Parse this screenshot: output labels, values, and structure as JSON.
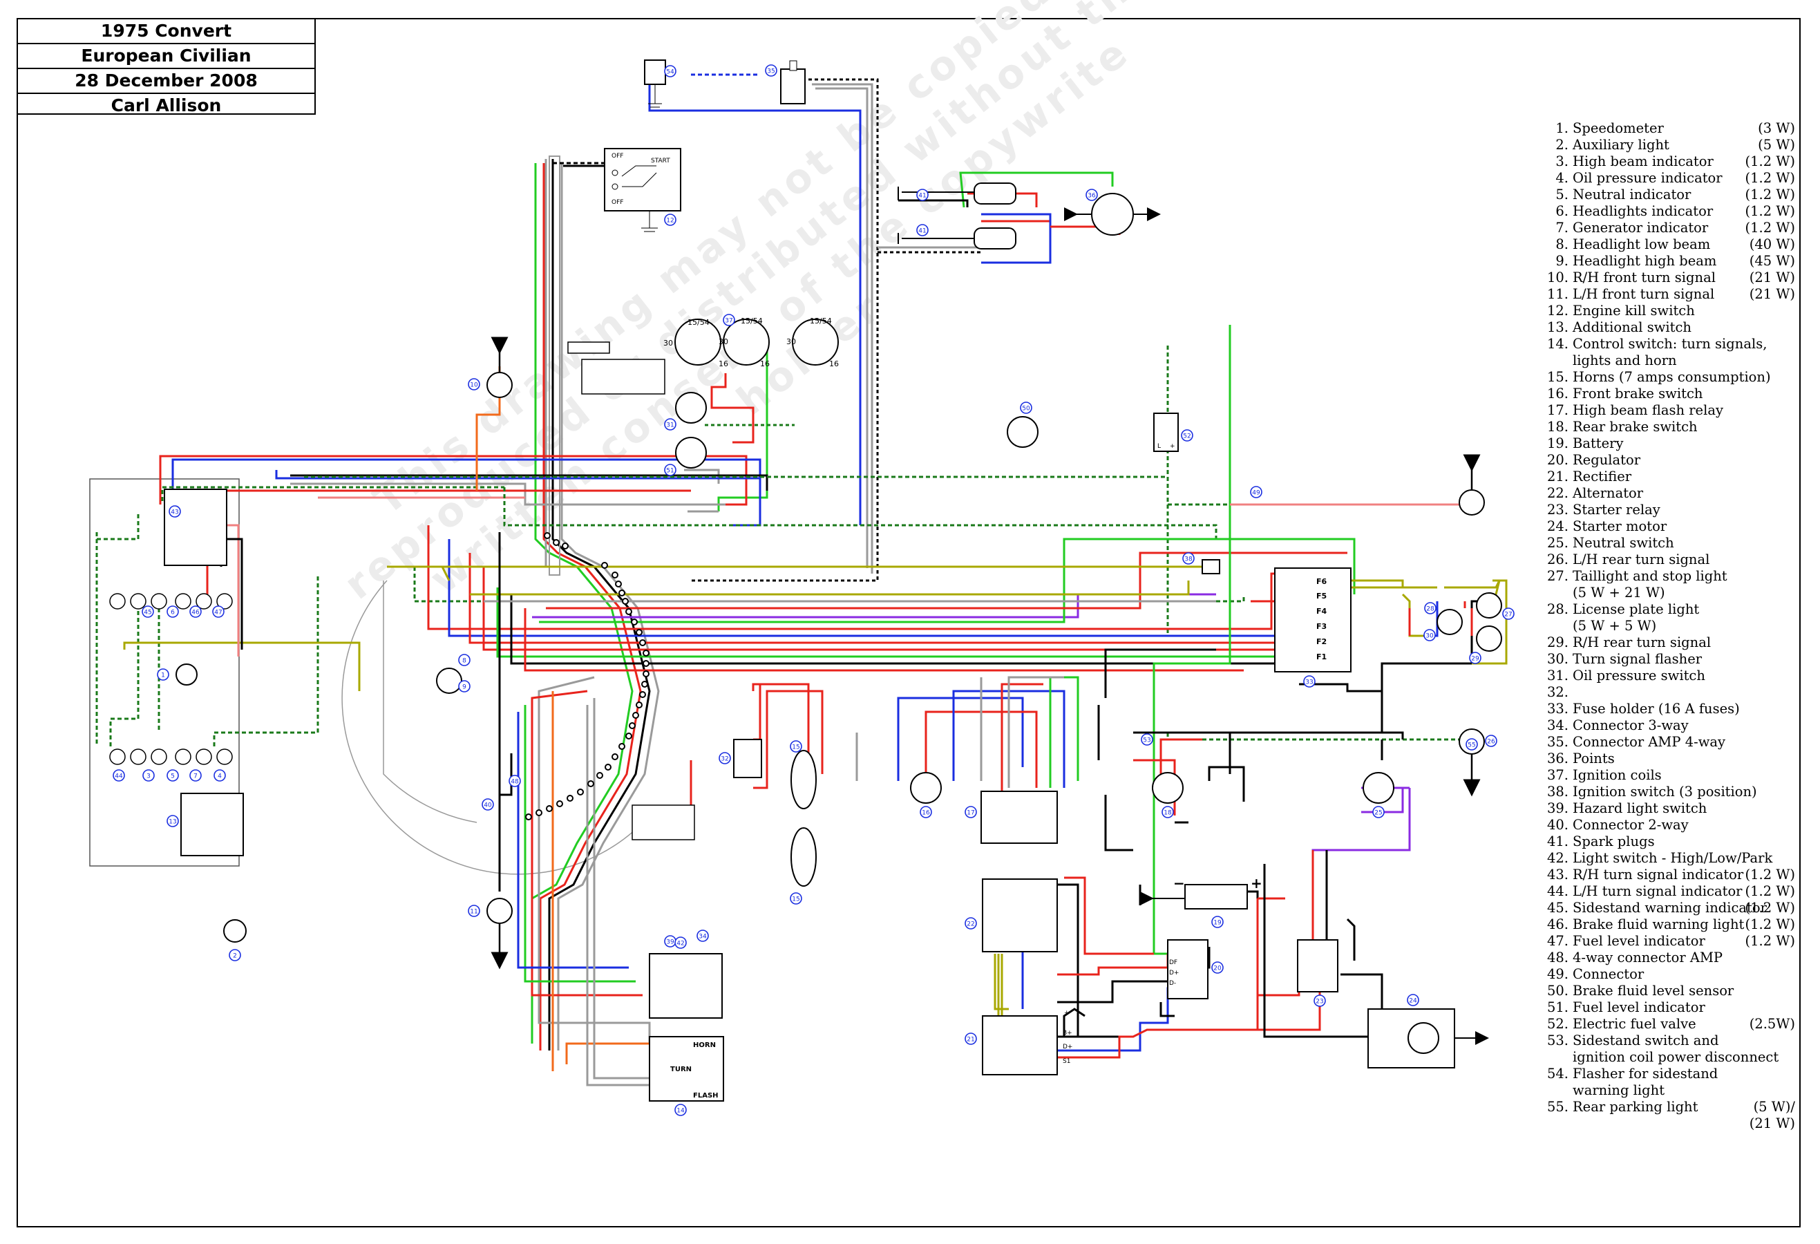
{
  "title_block": {
    "line1": "1975 Convert",
    "line2": "European Civilian",
    "line3": "28 December 2008",
    "line4": "Carl Allison"
  },
  "watermark": {
    "text": "This drawing may not be copied, reproduced or distributed without the written consent of the copywrite holder"
  },
  "legend": [
    {
      "n": "1.",
      "t": "Speedometer",
      "p": "(3 W)"
    },
    {
      "n": "2.",
      "t": "Auxiliary light",
      "p": "(5 W)"
    },
    {
      "n": "3.",
      "t": "High beam indicator",
      "p": "(1.2 W)"
    },
    {
      "n": "4.",
      "t": "Oil pressure indicator",
      "p": "(1.2 W)"
    },
    {
      "n": "5.",
      "t": "Neutral indicator",
      "p": "(1.2 W)"
    },
    {
      "n": "6.",
      "t": "Headlights indicator",
      "p": "(1.2 W)"
    },
    {
      "n": "7.",
      "t": "Generator indicator",
      "p": "(1.2 W)"
    },
    {
      "n": "8.",
      "t": "Headlight low beam",
      "p": "(40 W)"
    },
    {
      "n": "9.",
      "t": "Headlight high beam",
      "p": "(45 W)"
    },
    {
      "n": "10.",
      "t": "R/H front turn signal",
      "p": "(21 W)"
    },
    {
      "n": "11.",
      "t": "L/H front turn  signal",
      "p": "(21 W)"
    },
    {
      "n": "12.",
      "t": "Engine kill switch",
      "p": ""
    },
    {
      "n": "13.",
      "t": "Additional switch",
      "p": ""
    },
    {
      "n": "14.",
      "t": "Control switch: turn signals,",
      "p": ""
    },
    {
      "n": "",
      "t": "lights and horn",
      "p": ""
    },
    {
      "n": "15.",
      "t": "Horns (7 amps consumption)",
      "p": ""
    },
    {
      "n": "16.",
      "t": "Front brake switch",
      "p": ""
    },
    {
      "n": "17.",
      "t": "High beam flash relay",
      "p": ""
    },
    {
      "n": "18.",
      "t": "Rear brake switch",
      "p": ""
    },
    {
      "n": "19.",
      "t": "Battery",
      "p": ""
    },
    {
      "n": "20.",
      "t": "Regulator",
      "p": ""
    },
    {
      "n": "21.",
      "t": "Rectifier",
      "p": ""
    },
    {
      "n": "22.",
      "t": "Alternator",
      "p": ""
    },
    {
      "n": "23.",
      "t": "Starter relay",
      "p": ""
    },
    {
      "n": "24.",
      "t": "Starter motor",
      "p": ""
    },
    {
      "n": "25.",
      "t": "Neutral switch",
      "p": ""
    },
    {
      "n": "26.",
      "t": "L/H rear turn signal",
      "p": ""
    },
    {
      "n": "27.",
      "t": "Taillight and stop light",
      "p": ""
    },
    {
      "n": "",
      "t": "(5 W + 21 W)",
      "p": ""
    },
    {
      "n": "28.",
      "t": "License plate light",
      "p": ""
    },
    {
      "n": "",
      "t": "(5 W + 5 W)",
      "p": ""
    },
    {
      "n": "29.",
      "t": "R/H rear turn signal",
      "p": ""
    },
    {
      "n": "30.",
      "t": "Turn signal flasher",
      "p": ""
    },
    {
      "n": "31.",
      "t": "Oil pressure switch",
      "p": ""
    },
    {
      "n": "32.",
      "t": "",
      "p": ""
    },
    {
      "n": "33.",
      "t": "Fuse holder (16 A fuses)",
      "p": ""
    },
    {
      "n": "34.",
      "t": "Connector 3-way",
      "p": ""
    },
    {
      "n": "35.",
      "t": "Connector AMP 4-way",
      "p": ""
    },
    {
      "n": "36.",
      "t": "Points",
      "p": ""
    },
    {
      "n": "37.",
      "t": "Ignition coils",
      "p": ""
    },
    {
      "n": "38.",
      "t": "Ignition switch (3 position)",
      "p": ""
    },
    {
      "n": "39.",
      "t": "Hazard light switch",
      "p": ""
    },
    {
      "n": "40.",
      "t": "Connector 2-way",
      "p": ""
    },
    {
      "n": "41.",
      "t": "Spark plugs",
      "p": ""
    },
    {
      "n": "42.",
      "t": "Light switch - High/Low/Park",
      "p": ""
    },
    {
      "n": "43.",
      "t": "R/H turn signal indicator",
      "p": "(1.2 W)"
    },
    {
      "n": "44.",
      "t": "L/H turn signal indicator",
      "p": "(1.2 W)"
    },
    {
      "n": "45.",
      "t": "Sidestand warning indicator",
      "p": "(1.2 W)"
    },
    {
      "n": "46.",
      "t": "Brake fluid warning light",
      "p": "(1.2 W)"
    },
    {
      "n": "47.",
      "t": "Fuel level indicator",
      "p": "(1.2 W)"
    },
    {
      "n": "48.",
      "t": "4-way connector AMP",
      "p": ""
    },
    {
      "n": "49.",
      "t": "Connector",
      "p": ""
    },
    {
      "n": "50.",
      "t": "Brake fluid level sensor",
      "p": ""
    },
    {
      "n": "51.",
      "t": "Fuel level indicator",
      "p": ""
    },
    {
      "n": "52.",
      "t": "Electric fuel valve",
      "p": "(2.5W)"
    },
    {
      "n": "53.",
      "t": "Sidestand switch and",
      "p": ""
    },
    {
      "n": "",
      "t": "ignition coil power disconnect",
      "p": ""
    },
    {
      "n": "54.",
      "t": "Flasher for sidestand",
      "p": ""
    },
    {
      "n": "",
      "t": "warning light",
      "p": ""
    },
    {
      "n": "55.",
      "t": "Rear parking light",
      "p": "(5 W)/"
    },
    {
      "n": "",
      "t": "",
      "p": "(21 W)"
    }
  ],
  "diagram_labels": {
    "ign_off1": "OFF",
    "ign_start": "START",
    "ign_off2": "OFF",
    "fuse_f6": "F6",
    "fuse_f5": "F5",
    "fuse_f4": "F4",
    "fuse_f3": "F3",
    "fuse_f2": "F2",
    "fuse_f1": "F1",
    "ctrl_horn": "HORN",
    "ctrl_turn": "TURN",
    "ctrl_flash": "FLASH",
    "coil_a1": "15/54",
    "coil_a2": "30",
    "coil_a3": "16",
    "coil_b1": "15/54",
    "coil_b2": "30",
    "coil_b3": "16",
    "coil_c1": "15/54",
    "coil_c2": "30",
    "coil_c3": "16",
    "batt_plus": "+",
    "batt_minus": "−",
    "rect_b": "B+",
    "rect_d": "D+",
    "rect_s1": "S1",
    "rect_plus": "+",
    "reg_df": "DF",
    "reg_d": "D+",
    "reg_minus": "D-",
    "relay_l": "L",
    "relay_plus": "+"
  },
  "callouts": [
    {
      "id": "c1",
      "n": "1"
    },
    {
      "id": "c2",
      "n": "2"
    },
    {
      "id": "c3",
      "n": "3"
    },
    {
      "id": "c4",
      "n": "4"
    },
    {
      "id": "c5",
      "n": "5"
    },
    {
      "id": "c6",
      "n": "6"
    },
    {
      "id": "c7",
      "n": "7"
    },
    {
      "id": "c8",
      "n": "8"
    },
    {
      "id": "c9",
      "n": "9"
    },
    {
      "id": "c10",
      "n": "10"
    },
    {
      "id": "c11",
      "n": "11"
    },
    {
      "id": "c12",
      "n": "12"
    },
    {
      "id": "c13",
      "n": "13"
    },
    {
      "id": "c14",
      "n": "14"
    },
    {
      "id": "c15a",
      "n": "15"
    },
    {
      "id": "c15b",
      "n": "15"
    },
    {
      "id": "c16",
      "n": "16"
    },
    {
      "id": "c17",
      "n": "17"
    },
    {
      "id": "c18",
      "n": "18"
    },
    {
      "id": "c19",
      "n": "19"
    },
    {
      "id": "c20",
      "n": "20"
    },
    {
      "id": "c21",
      "n": "21"
    },
    {
      "id": "c22",
      "n": "22"
    },
    {
      "id": "c23",
      "n": "23"
    },
    {
      "id": "c24",
      "n": "24"
    },
    {
      "id": "c25",
      "n": "25"
    },
    {
      "id": "c26",
      "n": "26"
    },
    {
      "id": "c27",
      "n": "27"
    },
    {
      "id": "c28",
      "n": "28"
    },
    {
      "id": "c29",
      "n": "29"
    },
    {
      "id": "c30",
      "n": "30"
    },
    {
      "id": "c31",
      "n": "31"
    },
    {
      "id": "c32",
      "n": "32"
    },
    {
      "id": "c33",
      "n": "33"
    },
    {
      "id": "c34",
      "n": "34"
    },
    {
      "id": "c35",
      "n": "35"
    },
    {
      "id": "c36",
      "n": "36"
    },
    {
      "id": "c37",
      "n": "37"
    },
    {
      "id": "c38",
      "n": "38"
    },
    {
      "id": "c39",
      "n": "39"
    },
    {
      "id": "c40",
      "n": "40"
    },
    {
      "id": "c41a",
      "n": "41"
    },
    {
      "id": "c41b",
      "n": "41"
    },
    {
      "id": "c42",
      "n": "42"
    },
    {
      "id": "c43",
      "n": "43"
    },
    {
      "id": "c44",
      "n": "44"
    },
    {
      "id": "c45",
      "n": "45"
    },
    {
      "id": "c46",
      "n": "46"
    },
    {
      "id": "c47",
      "n": "47"
    },
    {
      "id": "c48",
      "n": "48"
    },
    {
      "id": "c49",
      "n": "49"
    },
    {
      "id": "c50",
      "n": "50"
    },
    {
      "id": "c51",
      "n": "51"
    },
    {
      "id": "c52",
      "n": "52"
    },
    {
      "id": "c53",
      "n": "53"
    },
    {
      "id": "c54",
      "n": "54"
    },
    {
      "id": "c55",
      "n": "55"
    }
  ],
  "wire_colors": {
    "red": "#e8231c",
    "blue": "#1a2ee0",
    "green": "#22cc22",
    "black": "#000000",
    "gray": "#9a9a9a",
    "orange": "#f26a1b",
    "purple": "#8a2be2",
    "pink": "#f08080",
    "brown": "#8b1a1a",
    "yellow_green": "#a8a800",
    "dash_green": "#1a7a1a",
    "dark_red": "#b01818"
  }
}
